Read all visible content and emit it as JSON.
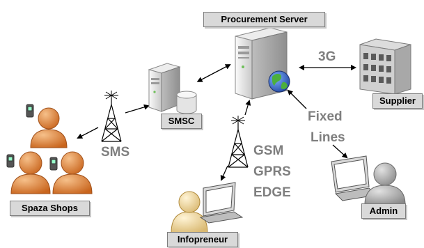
{
  "nodes": {
    "procurement_server": "Procurement Server",
    "smsc": "SMSC",
    "supplier": "Supplier",
    "spaza_shops": "Spaza Shops",
    "infopreneur": "Infopreneur",
    "admin": "Admin"
  },
  "links": {
    "sms": "SMS",
    "three_g": "3G",
    "fixed": "Fixed",
    "lines": "Lines",
    "gsm": "GSM",
    "gprs": "GPRS",
    "edge": "EDGE"
  },
  "colors": {
    "label_fill": "#d9d9d9",
    "label_border": "#7f7f7f",
    "link_text": "#7f7f7f",
    "person_orange": "#e8863a",
    "person_grey": "#b5b5b5",
    "person_cream": "#f5e3b0",
    "server_body": "#e6e6e6",
    "globe_blue": "#2a59c8"
  }
}
